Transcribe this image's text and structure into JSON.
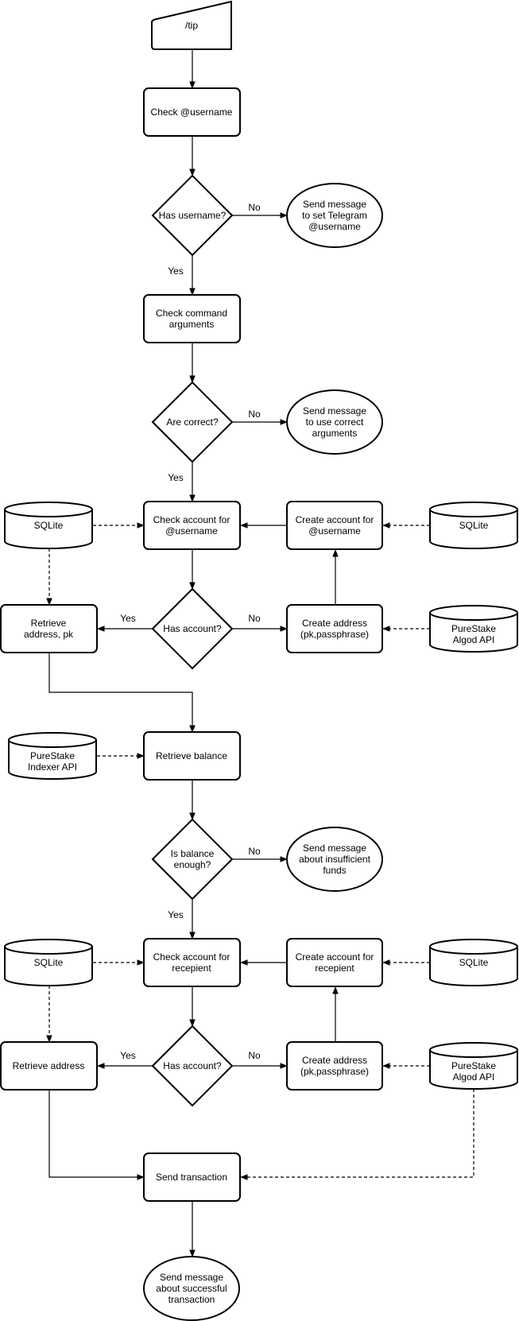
{
  "nodes": {
    "tip": "/tip",
    "check_username": "Check @username",
    "has_username": "Has username?",
    "msg_set_username": [
      "Send message",
      "to set Telegram",
      "@username"
    ],
    "check_args": [
      "Check command",
      "arguments"
    ],
    "are_correct": "Are correct?",
    "msg_correct_args": [
      "Send message",
      "to use correct",
      "arguments"
    ],
    "check_account_username": [
      "Check account for",
      "@username"
    ],
    "create_account_username": [
      "Create account for",
      "@username"
    ],
    "sqlite_1": "SQLite",
    "sqlite_2": "SQLite",
    "has_account_1": "Has account?",
    "retrieve_address_pk": [
      "Retrieve",
      "address, pk"
    ],
    "create_address_1": [
      "Create address",
      "(pk,passphrase)"
    ],
    "algod_api_1": [
      "PureStake",
      "Algod API"
    ],
    "indexer_api": [
      "PureStake",
      "Indexer API"
    ],
    "retrieve_balance": "Retrieve balance",
    "is_balance_enough": [
      "Is balance",
      "enough?"
    ],
    "msg_insufficient": [
      "Send message",
      "about insufficient",
      "funds"
    ],
    "check_account_recipient": [
      "Check account for",
      "recepient"
    ],
    "create_account_recipient": [
      "Create account for",
      "recepient"
    ],
    "sqlite_3": "SQLite",
    "sqlite_4": "SQLite",
    "has_account_2": "Has account?",
    "retrieve_address": "Retrieve address",
    "create_address_2": [
      "Create address",
      "(pk,passphrase)"
    ],
    "algod_api_2": [
      "PureStake",
      "Algod API"
    ],
    "send_transaction": "Send transaction",
    "msg_success": [
      "Send message",
      "about successful",
      "transaction"
    ]
  },
  "edge_labels": {
    "no_1": "No",
    "yes_1": "Yes",
    "no_2": "No",
    "yes_2": "Yes",
    "yes_3": "Yes",
    "no_3": "No",
    "no_4": "No",
    "yes_4": "Yes",
    "yes_5": "Yes",
    "no_5": "No"
  }
}
